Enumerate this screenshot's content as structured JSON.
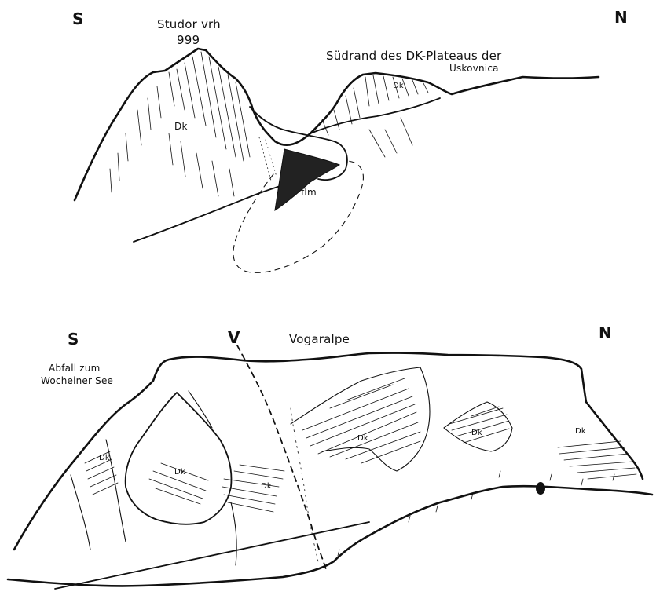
{
  "top_sketch": {
    "south_label": "S",
    "north_label": "N",
    "peak_name": "Studor vrh",
    "peak_elevation": "999",
    "plateau_label_line1": "Südrand des DK-Plateaus der",
    "plateau_label_line2": "Uskovnica",
    "unit_labels": [
      "Dk",
      "Dk",
      "flm"
    ]
  },
  "bottom_sketch": {
    "south_label": "S",
    "north_label": "N",
    "fault_label": "V",
    "alp_name": "Vogaralpe",
    "slope_label_line1": "Abfall zum",
    "slope_label_line2": "Wocheiner See",
    "unit_labels": [
      "Dk",
      "Dk",
      "Dk",
      "Dk",
      "Dk",
      "Dk"
    ]
  }
}
